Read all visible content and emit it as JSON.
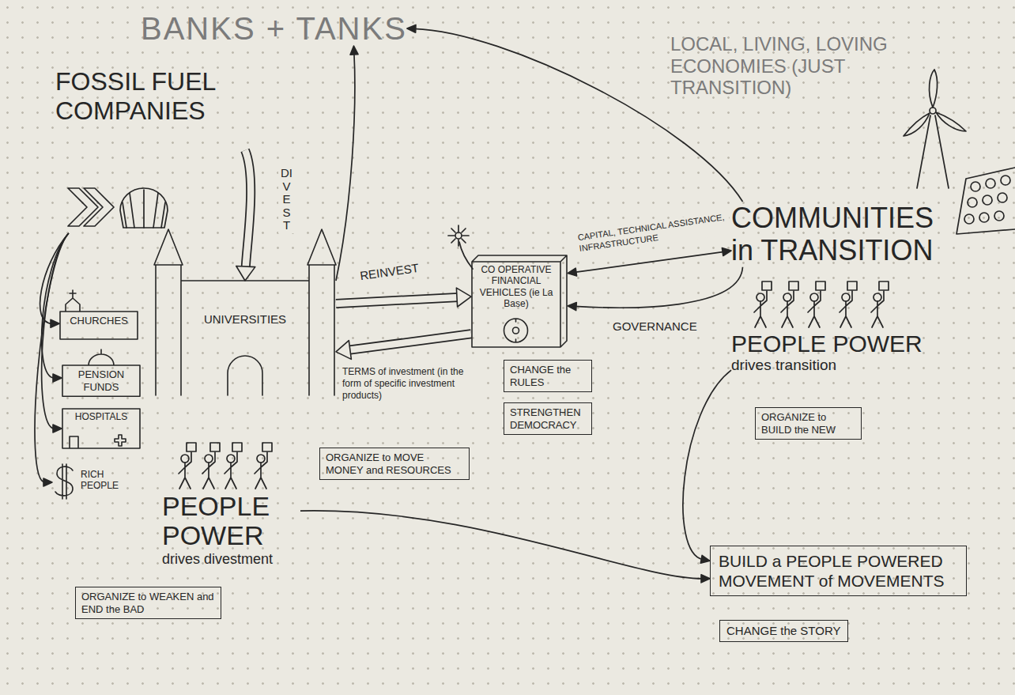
{
  "diagram": {
    "nodes": [
      {
        "text": [
          "BANKS + TANKS"
        ]
      },
      {
        "text": [
          "LOCAL, LIVING, LOVING ECONOMIES (JUST TRANSITION)"
        ]
      },
      {
        "text": [
          "FOSSIL FUEL COMPANIES"
        ]
      },
      {
        "text": [
          "CHURCHES"
        ]
      },
      {
        "text": [
          "PENSION FUNDS"
        ]
      },
      {
        "text": [
          "HOSPITALS"
        ]
      },
      {
        "text": [
          "RICH PEOPLE"
        ]
      },
      {
        "text": [
          "UNIVERSITIES"
        ]
      },
      {
        "text": [
          "CO OPERATIVE FINANCIAL VEHICLES (ie La Base)"
        ]
      },
      {
        "text": [
          "COMMUNITIES in TRANSITION"
        ]
      },
      {
        "text": [
          "CHANGE the RULES"
        ]
      },
      {
        "text": [
          "STRENGTHEN DEMOCRACY"
        ]
      },
      {
        "text": [
          "PEOPLE POWER",
          "drives transition"
        ]
      },
      {
        "text": [
          "ORGANIZE to BUILD the NEW"
        ]
      },
      {
        "text": [
          "PEOPLE POWER",
          "drives divestment"
        ]
      },
      {
        "text": [
          "ORGANIZE to MOVE MONEY and RESOURCES"
        ]
      },
      {
        "text": [
          "ORGANIZE to WEAKEN and END the BAD"
        ]
      },
      {
        "text": [
          "BUILD a PEOPLE POWERED MOVEMENT of MOVEMENTS"
        ]
      },
      {
        "text": [
          "CHANGE the STORY"
        ]
      }
    ],
    "edges": [
      {
        "from": 2,
        "to": 3,
        "arrow": "to"
      },
      {
        "from": 2,
        "to": 4,
        "arrow": "to"
      },
      {
        "from": 2,
        "to": 5,
        "arrow": "to"
      },
      {
        "from": 2,
        "to": 6,
        "arrow": "to"
      },
      {
        "from": 2,
        "to": 7,
        "label": "DIVEST",
        "arrow": "to"
      },
      {
        "from": 7,
        "to": 0,
        "arrow": "to"
      },
      {
        "from": 9,
        "to": 0,
        "arrow": "to"
      },
      {
        "from": 7,
        "to": 8,
        "label": "REINVEST",
        "arrow": "to"
      },
      {
        "from": 8,
        "to": 7,
        "label": "TERMS of investment (in the form of specific investment products)",
        "arrow": "to"
      },
      {
        "from": 8,
        "to": 9,
        "label": "CAPITAL, TECHNICAL ASSISTANCE, INFRASTRUCTURE",
        "arrow": "both"
      },
      {
        "from": 9,
        "to": 8,
        "label": "GOVERNANCE",
        "arrow": "to"
      },
      {
        "from": 14,
        "to": 17,
        "arrow": "to"
      },
      {
        "from": 12,
        "to": 17,
        "arrow": "to"
      }
    ]
  }
}
